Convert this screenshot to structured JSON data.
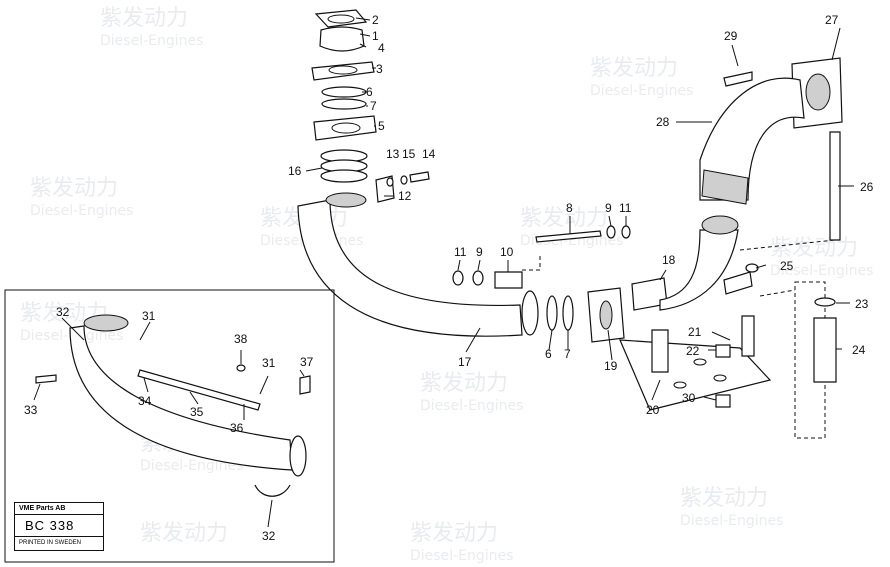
{
  "watermark": {
    "brand_cn": "紫发动力",
    "brand_en": "Diesel-Engines"
  },
  "labels": {
    "l1": "1",
    "l2": "2",
    "l3": "3",
    "l4": "4",
    "l5": "5",
    "l6": "6",
    "l7": "7",
    "l8": "8",
    "l9": "9",
    "l10": "10",
    "l11": "11",
    "l12": "12",
    "l13": "13",
    "l14": "14",
    "l15": "15",
    "l16": "16",
    "l17": "17",
    "l18": "18",
    "l19": "19",
    "l20": "20",
    "l21": "21",
    "l22": "22",
    "l23": "23",
    "l24": "24",
    "l25": "25",
    "l26": "26",
    "l27": "27",
    "l28": "28",
    "l29": "29",
    "l30": "30",
    "i31": "31",
    "i31b": "31",
    "i32": "32",
    "i32b": "32",
    "i33": "33",
    "i34": "34",
    "i35": "35",
    "i36": "36",
    "i37": "37",
    "i38": "38",
    "m6": "6",
    "m7": "7",
    "m9": "9",
    "m11": "11"
  },
  "plate": {
    "company": "VME Parts AB",
    "code": "BC 338",
    "printed": "PRINTED IN SWEDEN"
  }
}
